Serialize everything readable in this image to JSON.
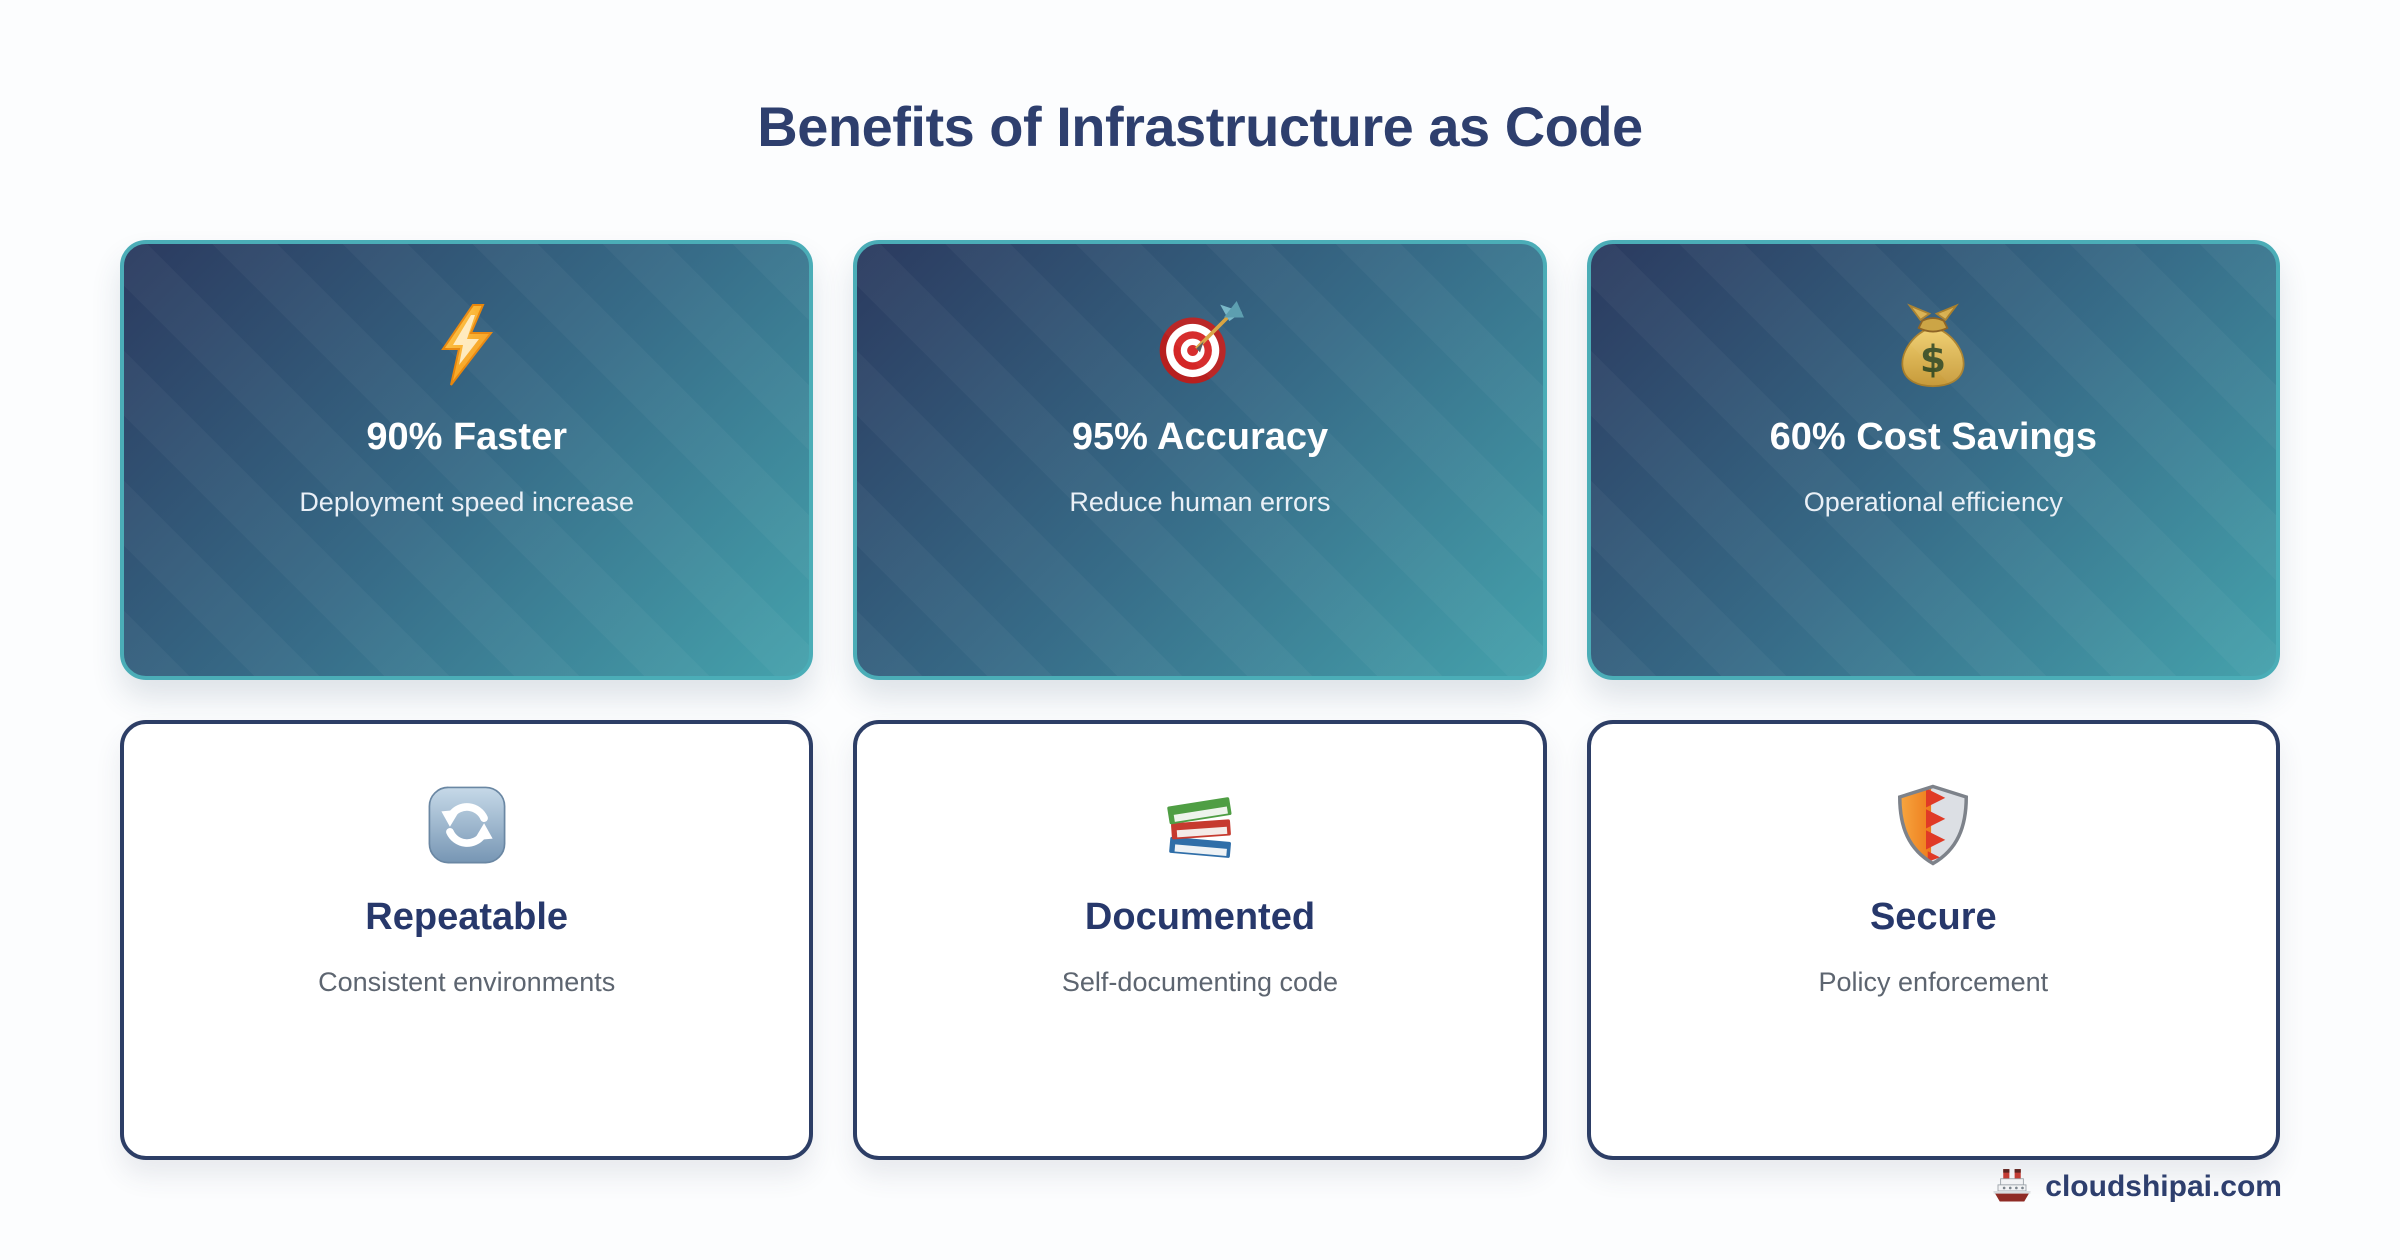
{
  "page": {
    "title": "Benefits of Infrastructure as Code"
  },
  "cards": [
    {
      "id": "faster",
      "icon": "lightning-icon",
      "emoji": "⚡",
      "title": "90% Faster",
      "subtitle": "Deployment speed increase",
      "style": "gradient"
    },
    {
      "id": "accuracy",
      "icon": "target-dart-icon",
      "emoji": "🎯",
      "title": "95% Accuracy",
      "subtitle": "Reduce human errors",
      "style": "gradient"
    },
    {
      "id": "cost-savings",
      "icon": "money-bag-icon",
      "emoji": "💰",
      "title": "60% Cost Savings",
      "subtitle": "Operational efficiency",
      "style": "gradient"
    },
    {
      "id": "repeatable",
      "icon": "cycle-arrows-icon",
      "emoji": "🔄",
      "title": "Repeatable",
      "subtitle": "Consistent environments",
      "style": "outline"
    },
    {
      "id": "documented",
      "icon": "books-icon",
      "emoji": "📚",
      "title": "Documented",
      "subtitle": "Self-documenting code",
      "style": "outline"
    },
    {
      "id": "secure",
      "icon": "shield-icon",
      "emoji": "🛡️",
      "title": "Secure",
      "subtitle": "Policy enforcement",
      "style": "outline"
    }
  ],
  "footer": {
    "icon": "ship-icon",
    "brand": "cloudshipai.com"
  },
  "colors": {
    "page_bg": "#fcfdfe",
    "title_navy": "#2e3f6e",
    "gradient_start": "#2b3a5f",
    "gradient_end": "#45a2ac",
    "teal_border": "#4badb7",
    "outline_border": "#2d3e66",
    "outline_title": "#27386b",
    "muted_text": "#5d6570",
    "gradient_text": "#ffffff"
  }
}
